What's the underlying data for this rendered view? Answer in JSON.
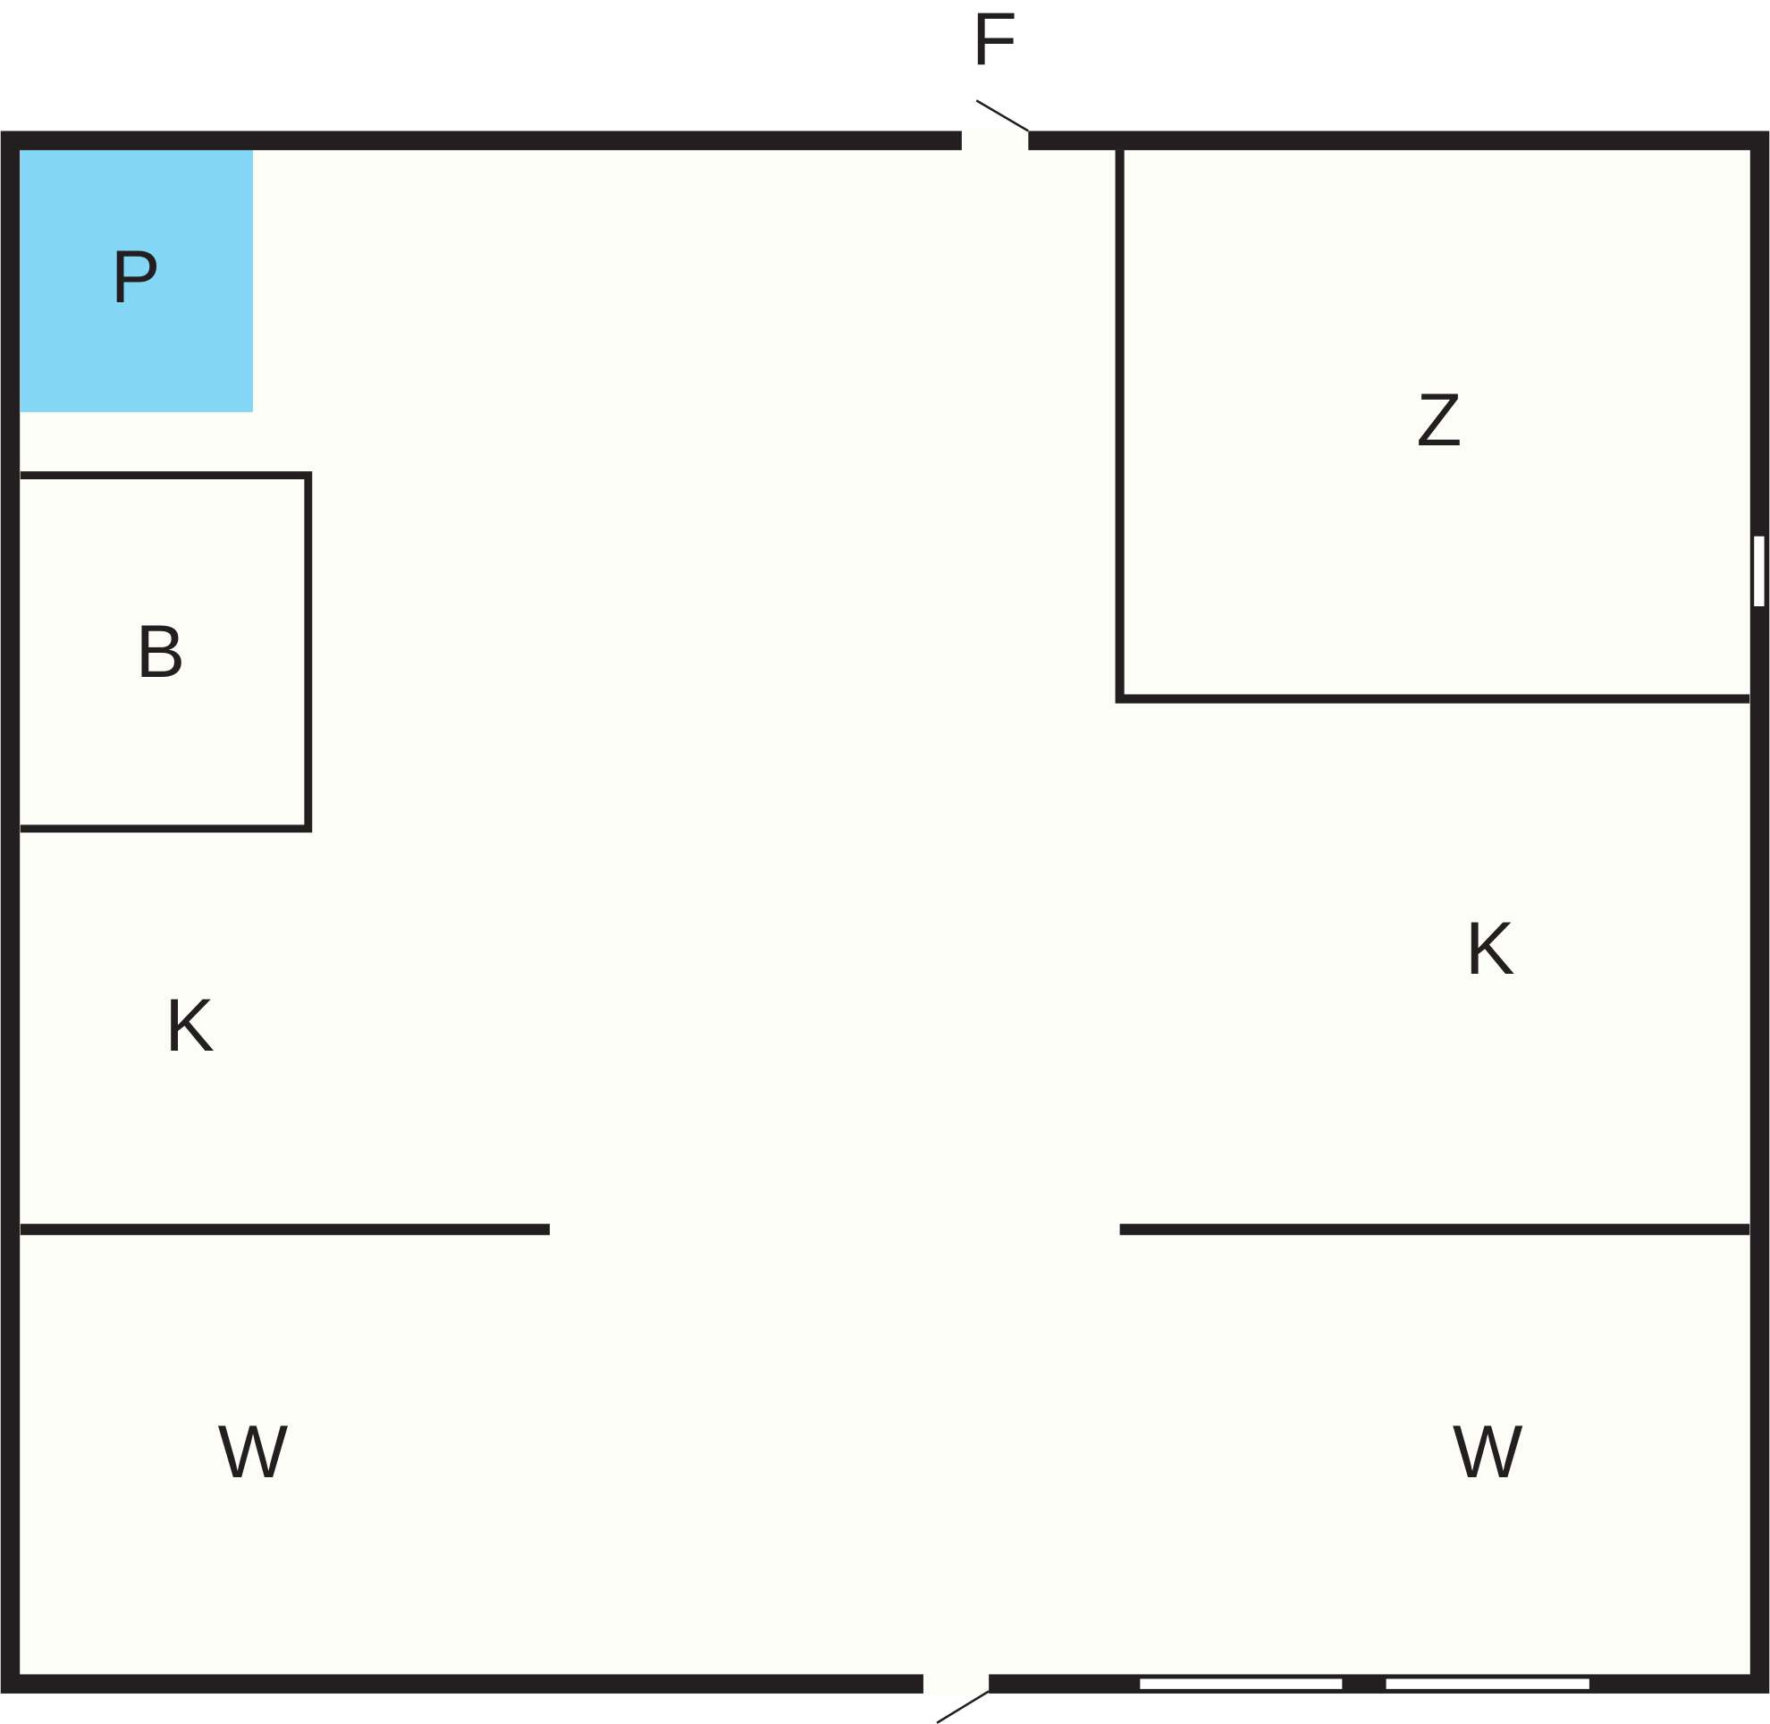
{
  "plan": {
    "colors": {
      "wall": "#231f20",
      "floor": "#fdfdf8",
      "highlight": "#84d6f7",
      "window": "#ffffff"
    },
    "entrance_label": "F",
    "rooms": {
      "p": "P",
      "b": "B",
      "z": "Z",
      "k_left": "K",
      "k_right": "K",
      "w_left": "W",
      "w_right": "W"
    }
  }
}
